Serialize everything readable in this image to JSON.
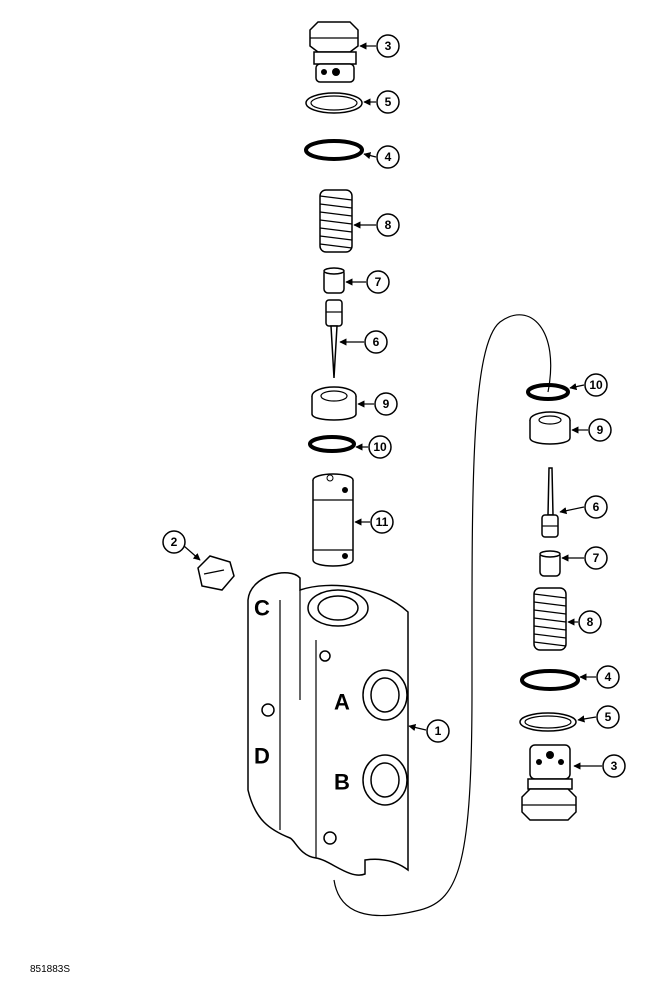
{
  "callouts": {
    "c3_top": "3",
    "c5_top": "5",
    "c4_top": "4",
    "c8_top": "8",
    "c7_top": "7",
    "c6_top": "6",
    "c9_left": "9",
    "c10_left": "10",
    "c11": "11",
    "c2": "2",
    "c1": "1",
    "c10_right": "10",
    "c9_right": "9",
    "c6_right": "6",
    "c7_right": "7",
    "c8_right": "8",
    "c4_right": "4",
    "c5_right": "5",
    "c3_right": "3"
  },
  "ports": {
    "A": "A",
    "B": "B",
    "C": "C",
    "D": "D"
  },
  "figure_ref": "851883S"
}
